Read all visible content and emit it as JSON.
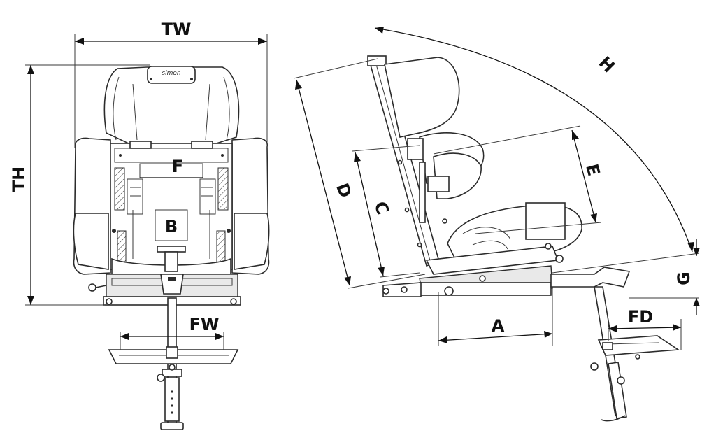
{
  "brand_logo_text": "simon",
  "labels": {
    "TW": "TW",
    "TH": "TH",
    "F": "F",
    "B": "B",
    "FW": "FW",
    "H": "H",
    "D": "D",
    "C": "C",
    "E": "E",
    "G": "G",
    "A": "A",
    "FD": "FD"
  }
}
